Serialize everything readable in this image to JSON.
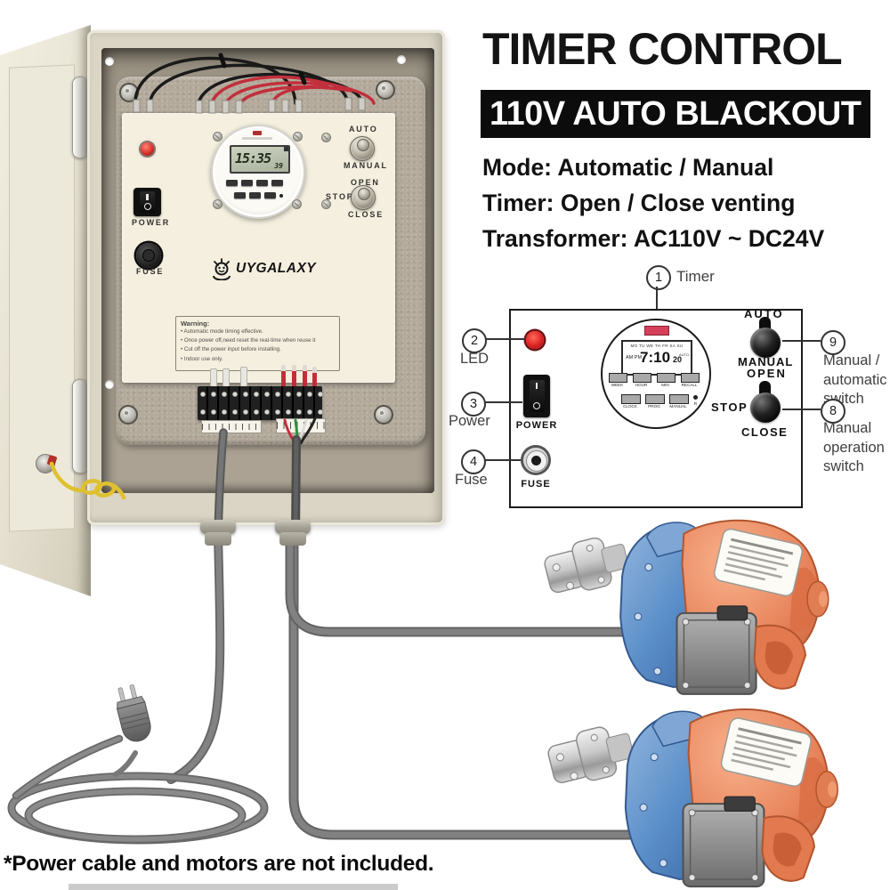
{
  "header": {
    "heading": "TIMER CONTROL",
    "banner": "110V AUTO BLACKOUT",
    "specs": [
      "Mode: Automatic / Manual",
      "Timer: Open / Close venting",
      "Transformer: AC110V ~ DC24V"
    ]
  },
  "photo": {
    "brand": "UYGALAXY",
    "lcd_time": "15:35",
    "lcd_seconds": "39",
    "labels": {
      "power": "POWER",
      "fuse": "FUSE",
      "auto": "AUTO",
      "manual": "MANUAL",
      "open": "OPEN",
      "stop": "STOP",
      "close": "CLOSE"
    },
    "warning_title": "Warning:",
    "warning_lines": [
      "• Automatic mode timing effective.",
      "• Once power off,need reset the real-time when reuse it",
      "• Cut off the power input before installing.",
      "• Indoor use only."
    ]
  },
  "diagram": {
    "callouts": {
      "timer": {
        "num": "1",
        "label": "Timer"
      },
      "led": {
        "num": "2",
        "label": "LED"
      },
      "power": {
        "num": "3",
        "label": "Power"
      },
      "fuse": {
        "num": "4",
        "label": "Fuse"
      },
      "auto_switch": {
        "num": "9",
        "label": "Manual / automatic switch"
      },
      "operation_switch": {
        "num": "8",
        "label": "Manual operation switch"
      }
    },
    "labels": {
      "power": "POWER",
      "fuse": "FUSE",
      "auto": "AUTO",
      "manual": "MANUAL",
      "open": "OPEN",
      "stop": "STOP",
      "close": "CLOSE"
    },
    "timer": {
      "days": "MO TU WE TH FR SA SU",
      "ampm": "AM PM",
      "time": "7:10",
      "seconds": "20",
      "mode": "AUTO",
      "buttons_row1": [
        "WEEK",
        "HOUR",
        "MIN",
        "RECALL"
      ],
      "buttons_row2": [
        "CLOCK",
        "PROG",
        "MANUAL"
      ],
      "reset_label": "R"
    }
  },
  "footnote": "*Power cable and motors are not included.",
  "colors": {
    "banner_bg": "#0c0c0c",
    "led_red": "#d43328",
    "motor_orange": "#e8855d",
    "motor_blue": "#5b8fc9",
    "cable_gray": "#7e7e7e",
    "box_cream": "#dad5c4",
    "panel_cream": "#f4efdf"
  }
}
